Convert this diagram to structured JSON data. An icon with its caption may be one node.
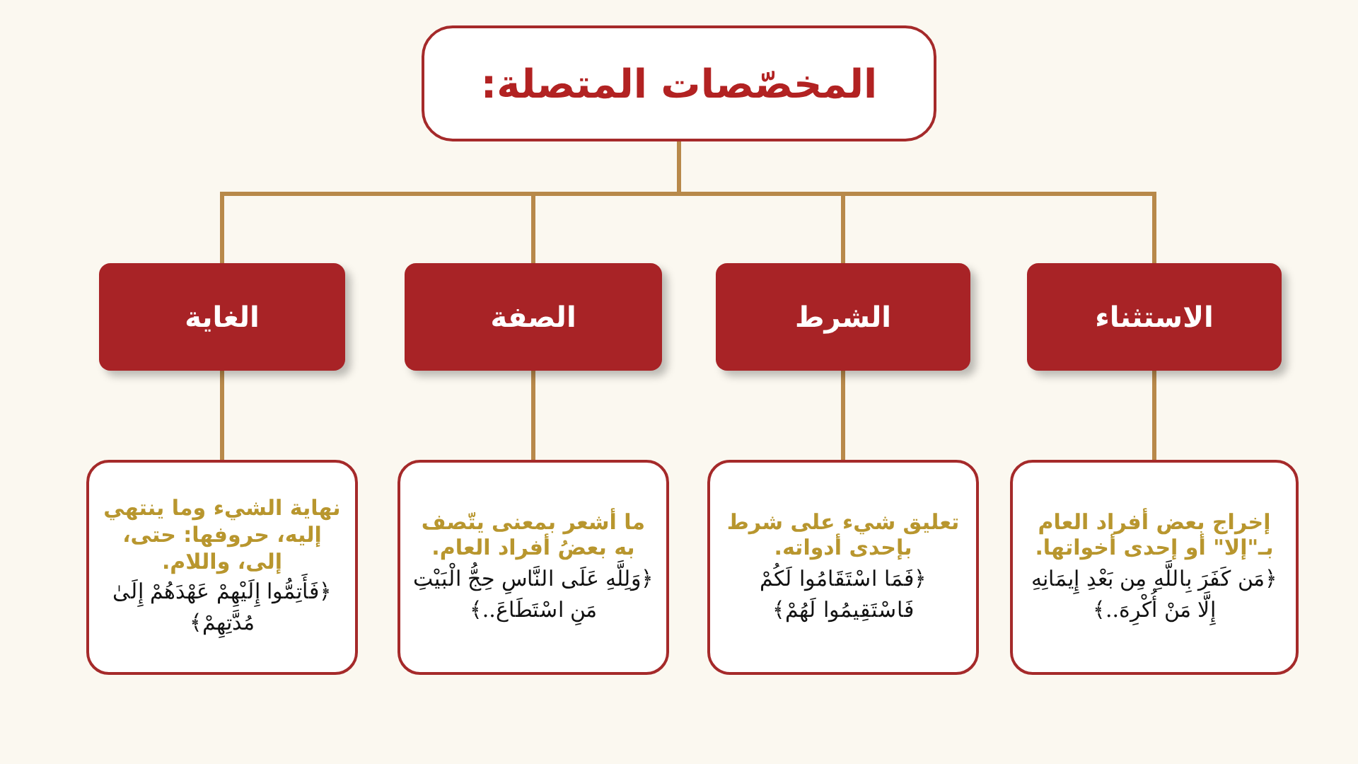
{
  "diagram": {
    "nodes": [
      {
        "text": [
          "المخصّصات المتصلة:"
        ]
      },
      {
        "text": [
          "الاستثناء"
        ]
      },
      {
        "text": [
          "الشرط"
        ]
      },
      {
        "text": [
          "الصفة"
        ]
      },
      {
        "text": [
          "الغاية"
        ]
      },
      {
        "text": [
          "إخراج بعض أفراد العام بـ\"إلا\" أو إحدى أخواتها.",
          "﴿مَن كَفَرَ بِاللَّهِ مِن بَعْدِ إِيمَانِهِ إِلَّا مَنْ أُكْرِهَ..﴾"
        ]
      },
      {
        "text": [
          "تعليق شيء على شرط بإحدى أدواته.",
          "﴿فَمَا اسْتَقَامُوا لَكُمْ فَاسْتَقِيمُوا لَهُمْ﴾"
        ]
      },
      {
        "text": [
          "ما أشعر بمعنى يتّصف به بعضُ أفراد العام.",
          "﴿وَلِلَّهِ عَلَى النَّاسِ حِجُّ الْبَيْتِ مَنِ اسْتَطَاعَ..﴾"
        ]
      },
      {
        "text": [
          "نهاية الشيء وما ينتهي إليه، حروفها: حتى، إلى، واللام.",
          "﴿فَأَتِمُّوا إِلَيْهِمْ عَهْدَهُمْ إِلَىٰ مُدَّتِهِمْ﴾"
        ]
      }
    ],
    "edges": [
      {
        "from": 0,
        "to": 1,
        "arrow": "none"
      },
      {
        "from": 0,
        "to": 2,
        "arrow": "none"
      },
      {
        "from": 0,
        "to": 3,
        "arrow": "none"
      },
      {
        "from": 0,
        "to": 4,
        "arrow": "none"
      },
      {
        "from": 1,
        "to": 5,
        "arrow": "none"
      },
      {
        "from": 2,
        "to": 6,
        "arrow": "none"
      },
      {
        "from": 3,
        "to": 7,
        "arrow": "none"
      },
      {
        "from": 4,
        "to": 8,
        "arrow": "none"
      }
    ]
  }
}
